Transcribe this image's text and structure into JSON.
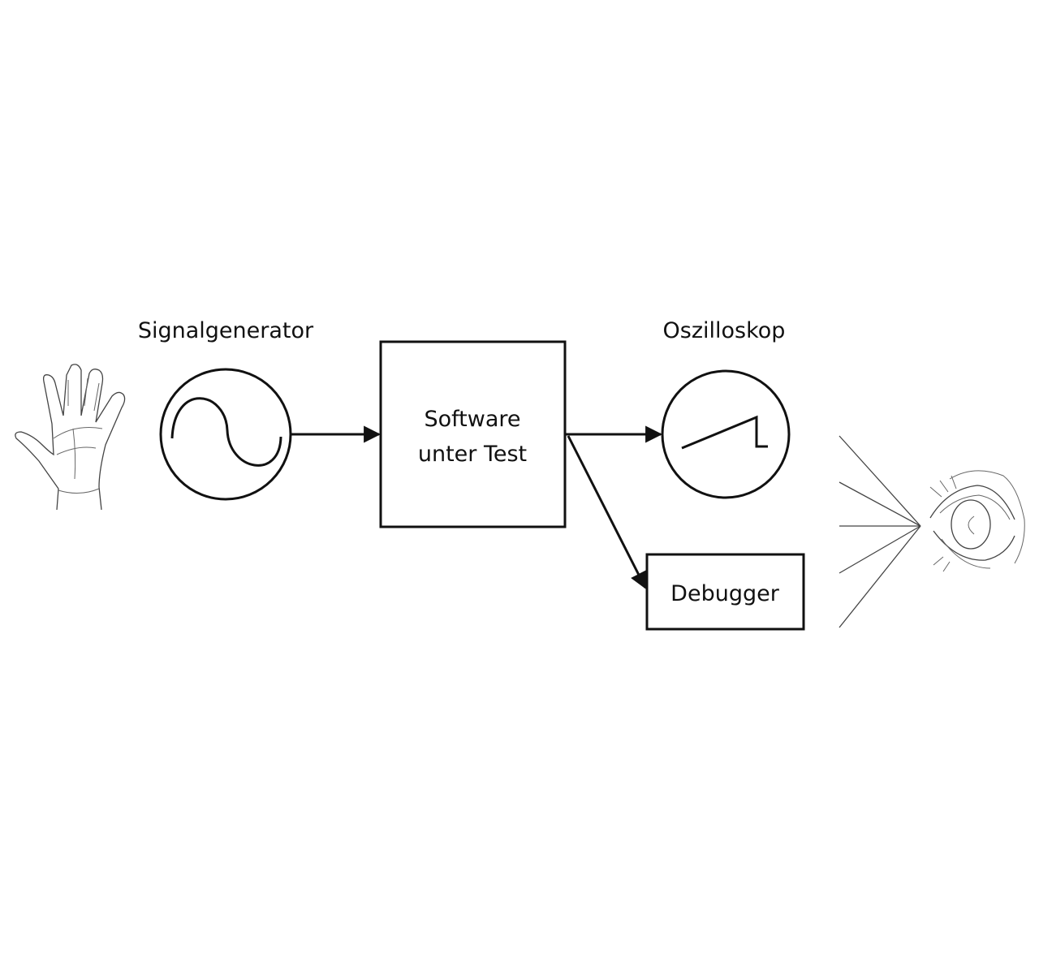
{
  "labels": {
    "signal_generator": "Signalgenerator",
    "oscilloscope": "Oszilloskop",
    "software_line1": "Software",
    "software_line2": "unter Test",
    "debugger": "Debugger"
  },
  "icons": {
    "input": "hand-icon",
    "generator": "sine-wave-icon",
    "scope": "sawtooth-wave-icon",
    "observer": "eye-icon"
  },
  "colors": {
    "line": "#111111",
    "background": "#ffffff"
  }
}
